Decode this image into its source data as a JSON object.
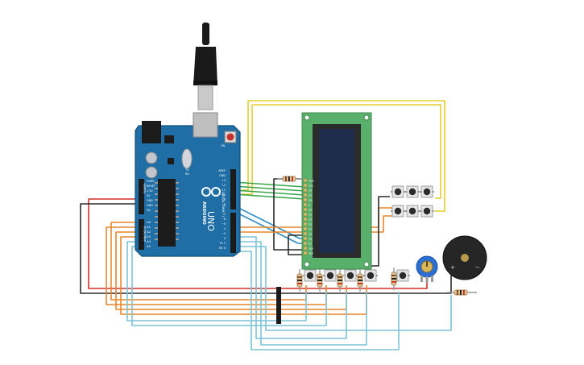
{
  "board": {
    "logo": "UNO",
    "brand": "ARDUINO",
    "header_top_labels": [
      "AREF",
      "GND",
      "13",
      "12",
      "~11",
      "~10",
      "~9",
      "8"
    ],
    "header_bottom_labels": [
      "7",
      "~6",
      "~5",
      "4",
      "~3",
      "2",
      "TX 1",
      "RX 0"
    ],
    "digital_label": "DIGITAL (PWM ~)",
    "power_labels": [
      "IOREF",
      "RESET",
      "3.3V",
      "5V",
      "GND",
      "GND",
      "Vin"
    ],
    "analog_labels": [
      "A0",
      "A1",
      "A2",
      "A3",
      "A4",
      "A5"
    ],
    "power_title": "POWER",
    "analog_title": "ANALOG IN",
    "tx_label": "TX",
    "rx_label": "RX",
    "l_label": "L",
    "on_label": "ON"
  },
  "lcd": {
    "pin_labels": [
      "GND",
      "VCC",
      "V0",
      "RS",
      "RW",
      "E",
      "D0",
      "D1",
      "D2",
      "D3",
      "D4",
      "D5",
      "D6",
      "D7",
      "LED",
      "LED"
    ]
  },
  "buzzer": {
    "plus": "+",
    "minus": "−"
  },
  "colors": {
    "board": "#1f6fa6",
    "board_dark": "#16507a",
    "lcd_pcb": "#58b06a",
    "lcd_screen": "#1f2d4c",
    "wire_red": "#d2312a",
    "wire_black": "#2b2b2b",
    "wire_yellow": "#e6cd2e",
    "wire_green": "#3aa64c",
    "wire_blue": "#2f8fc1",
    "wire_orange": "#e9862a",
    "wire_lightblue": "#7cc4d6",
    "pot": "#2a6fd6",
    "buzzer": "#262626"
  }
}
